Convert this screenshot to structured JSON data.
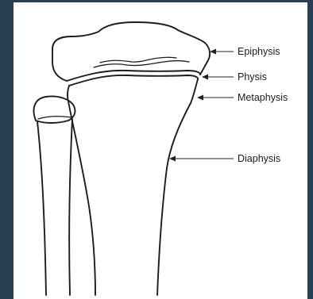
{
  "labels": {
    "epiphysis": "Epiphysis",
    "physis": "Physis",
    "metaphysis": "Metaphysis",
    "diaphysis": "Diaphysis"
  },
  "colors": {
    "background": "#2b3f52",
    "panel": "#ffffff",
    "line": "#1c1c1c"
  }
}
